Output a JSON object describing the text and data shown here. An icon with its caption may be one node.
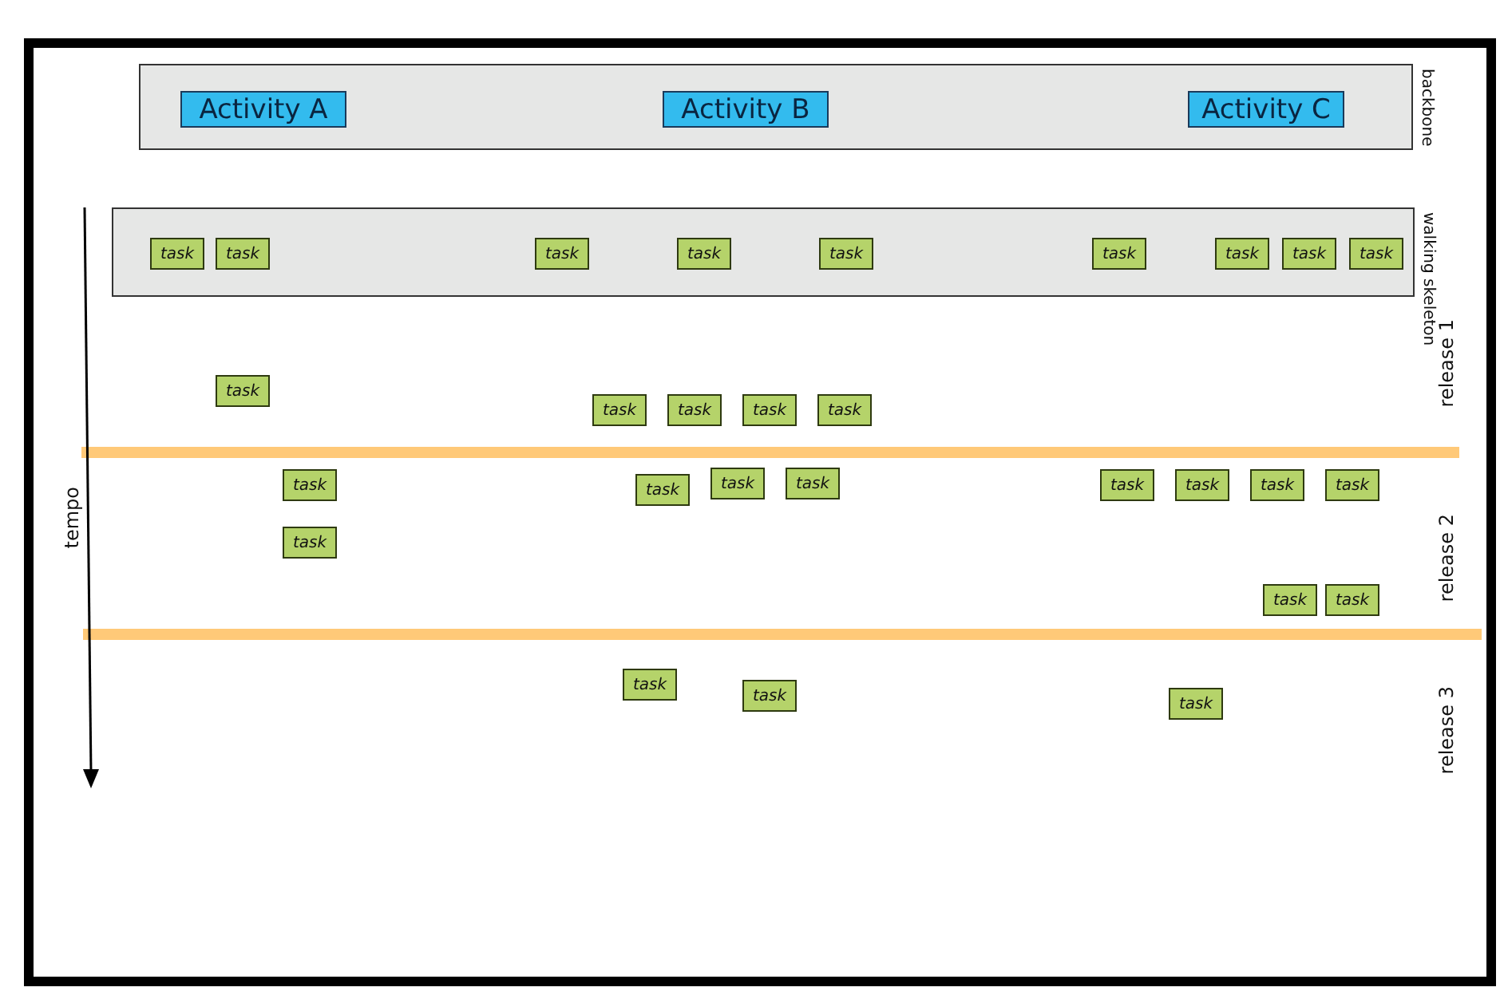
{
  "diagram": {
    "nodes": [
      {
        "text": [
          "backbone"
        ]
      },
      {
        "text": [
          "Activity A"
        ],
        "in": 0
      },
      {
        "text": [
          "Activity B"
        ],
        "in": 0
      },
      {
        "text": [
          "Activity C"
        ],
        "in": 0
      },
      {
        "text": [
          "walking skeleton"
        ]
      },
      {
        "text": [
          "task"
        ],
        "in": 4
      },
      {
        "text": [
          "task"
        ],
        "in": 4
      },
      {
        "text": [
          "task"
        ],
        "in": 4
      },
      {
        "text": [
          "task"
        ],
        "in": 4
      },
      {
        "text": [
          "task"
        ],
        "in": 4
      },
      {
        "text": [
          "task"
        ],
        "in": 4
      },
      {
        "text": [
          "task"
        ],
        "in": 4
      },
      {
        "text": [
          "task"
        ],
        "in": 4
      },
      {
        "text": [
          "task"
        ],
        "in": 4
      },
      {
        "text": [
          "task"
        ]
      },
      {
        "text": [
          "task"
        ]
      },
      {
        "text": [
          "task"
        ]
      },
      {
        "text": [
          "task"
        ]
      },
      {
        "text": [
          "task"
        ]
      },
      {
        "text": [
          "task"
        ]
      },
      {
        "text": [
          "task"
        ]
      },
      {
        "text": [
          "task"
        ]
      },
      {
        "text": [
          "task"
        ]
      },
      {
        "text": [
          "task"
        ]
      },
      {
        "text": [
          "task"
        ]
      },
      {
        "text": [
          "task"
        ]
      },
      {
        "text": [
          "task"
        ]
      },
      {
        "text": [
          "task"
        ]
      },
      {
        "text": [
          "task"
        ]
      },
      {
        "text": [
          "task"
        ]
      },
      {
        "text": [
          "task"
        ]
      },
      {
        "text": [
          "task"
        ]
      },
      {
        "text": [
          "task"
        ]
      }
    ],
    "labels": [
      "release 1",
      "release 2",
      "release 3",
      "tempo"
    ]
  }
}
